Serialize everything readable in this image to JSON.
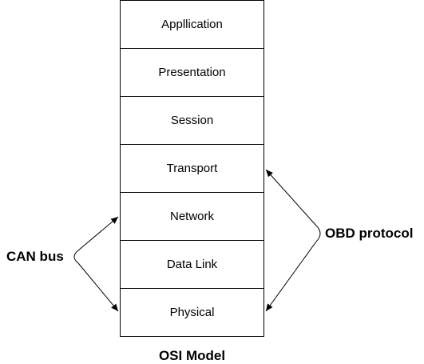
{
  "layers": [
    {
      "label": "Appllication"
    },
    {
      "label": "Presentation"
    },
    {
      "label": "Session"
    },
    {
      "label": "Transport"
    },
    {
      "label": "Network"
    },
    {
      "label": "Data Link"
    },
    {
      "label": "Physical"
    }
  ],
  "caption": "OSI Model",
  "left_annotation": {
    "label": "CAN bus",
    "spans": [
      "Network",
      "Physical"
    ]
  },
  "right_annotation": {
    "label": "OBD protocol",
    "spans": [
      "Transport",
      "Physical"
    ]
  },
  "colors": {
    "stroke": "#000000",
    "fill": "#ffffff",
    "text": "#000000"
  }
}
